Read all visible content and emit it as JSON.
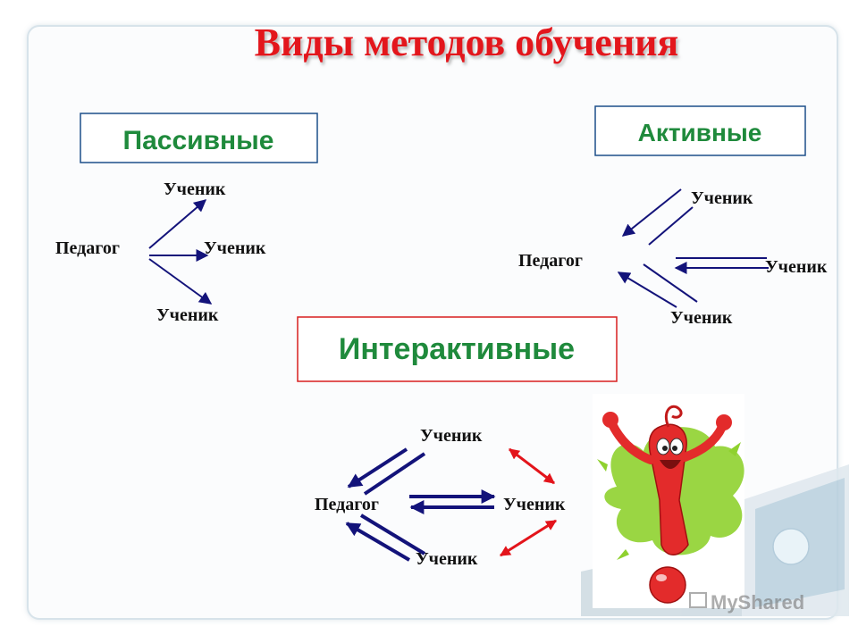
{
  "title": "Виды методов обучения",
  "passive": {
    "label": "Пассивные",
    "teacher": "Педагог",
    "students": [
      "Ученик",
      "Ученик",
      "Ученик"
    ]
  },
  "active": {
    "label": "Активные",
    "teacher": "Педагог",
    "students": [
      "Ученик",
      "Ученик",
      "Ученик"
    ]
  },
  "interactive": {
    "label": "Интерактивные",
    "teacher": "Педагог",
    "students": [
      "Ученик",
      "Ученик",
      "Ученик"
    ]
  },
  "watermark": "MyShared",
  "colors": {
    "title": "#e3141b",
    "box_label": "#1f8a3c",
    "node_text": "#111111",
    "arrow_blue": "#13137a",
    "arrow_red": "#e3141b",
    "passive_box_border": "#1d4f8a",
    "active_box_border": "#1d4f8a",
    "interactive_box_border": "#d81e1e"
  }
}
